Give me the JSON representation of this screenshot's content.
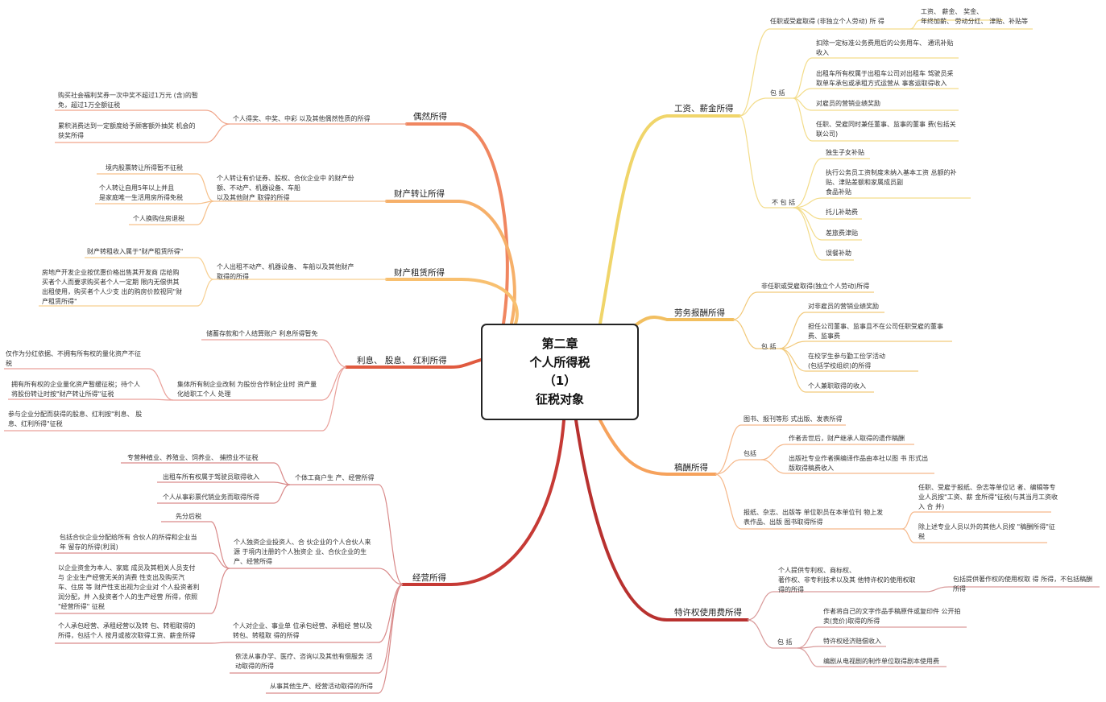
{
  "center": {
    "line1": "第二章",
    "line2": "个人所得税",
    "line3": "（1）",
    "line4": "征税对象"
  },
  "colors": {
    "yellow": "#f0d56a",
    "orange": "#f6a25c",
    "red": "#e05a3f",
    "crimson": "#b8312f",
    "leaf_line": "#d9a0a0"
  },
  "wages": {
    "label": "工资、薪金所得",
    "n1": "任职或受雇取得 (非独立个人劳动) 所 得",
    "n1_items": "工资、 薪金、 奖金、",
    "n1_items2": "年终加薪、 劳动分红、 津贴、补贴等",
    "include": "包 括",
    "inc1a": "扣除一定标准公务费用后的公务用车、 通讯补贴",
    "inc1b": "收入",
    "inc2a": "出租车所有权属于出租车公司对出租车 驾驶员采",
    "inc2b": "取单车承包或承租方式运营从 事客运取得收入",
    "inc3": "对雇员的营销业绩奖励",
    "inc4a": "任职、受雇同时兼任董事、监事的董事 费(包括关",
    "inc4b": "联公司)",
    "exclude": "不 包 括",
    "exc1": "独生子女补贴",
    "exc2a": "执行公务员工资制度未纳入基本工资 总额的补",
    "exc2b": "贴、津贴差额和家属成员副",
    "exc2c": "食品补贴",
    "exc3": "托儿补助费",
    "exc4": "差旅费津贴",
    "exc5": "误餐补助"
  },
  "labor": {
    "label": "劳务报酬所得",
    "n1": "非任职或受雇取得(独立个人劳动)所得",
    "include": "包 括",
    "i1": "对非雇员的营销业绩奖励",
    "i2a": "担任公司董事、监事且不在公司任职受雇的董事",
    "i2b": "费、监事费",
    "i3a": "在校学生参与勤工俭学活动",
    "i3b": "(包括学校组织)的所得",
    "i4": "个人兼职取得的收入"
  },
  "royalty": {
    "label": "稿酬所得",
    "n1": "图书、报刊等形 式出版、发表所得",
    "include": "包括",
    "i1": "作者去世后，财产继承人取得的遗作稿酬",
    "i2a": "出版社专业作者撰编译作品由本社以图 书 形式出",
    "i2b": "版取得稿费收入",
    "n3a": "报纸、杂志、出版等 单位职员在本单位刊 物上发",
    "n3b": "表作品、出版  图书取得所得",
    "n3_1a": "任职、受雇于报纸、杂志等单位记 者、编辑等专",
    "n3_1b": "业人员按\"工资、薪 金所得\"征税(与其当月工资收",
    "n3_1c": "入 合 并)",
    "n3_2a": "除上述专业人员以外的其他人员按 \"稿酬所得\"征",
    "n3_2b": "税"
  },
  "franchise": {
    "label": "特许权使用费所得",
    "n1a": "个人提供专利权、商标权、",
    "n1b": "著作权、非专利技术以及其  他特许权的使用权取",
    "n1c": "得的所得",
    "n1_1a": "包括提供著作权的使用权取 得 所得，不包括稿酬",
    "n1_1b": "所得",
    "include": "包 括",
    "i1a": "作者将自己的文字作品手稿原件或复印件 公开拍",
    "i1b": "卖(竞价)取得的所得",
    "i2": "特许权经济赔偿收入",
    "i3": "编剧从电视剧的制作单位取得剧本使用费"
  },
  "incidental": {
    "label": "偶然所得",
    "n1": "个人得奖、中奖、中彩  以及其他偶然性质的所得",
    "c1a": "购买社会福利奖券一次中奖不超过1万元 (含)的暂",
    "c1b": "免，超过1万全额征税",
    "c2a": "累积消费达到一定额度给予顾客额外抽奖 机会的",
    "c2b": "获奖所得"
  },
  "transfer": {
    "label": "财产转让所得",
    "n1a": "个人转让有价证券、股权、合伙企业中 的财产份",
    "n1b": "额、不动产、机器设备、车船",
    "n1c": "以及其他财产 取得的所得",
    "c1": "境内股票转让所得暂不征税",
    "c2a": "个人转让自用5年以上并且",
    "c2b": "是家庭唯一生活用房所得免税",
    "c3": "个人换购住房退税"
  },
  "lease": {
    "label": "财产租赁所得",
    "n1a": "个人出租不动产、机器设备、 车船以及其他财产",
    "n1b": "取得的所得",
    "c1": "财产转租收入属于\"财产租赁所得\"",
    "c2a": "房地产开发企业按优惠价格出售其开发商 店给购",
    "c2b": "买者个人而要求购买者个人一定期 限内无偿供其",
    "c2c": "出租使用，购买者个人少支 出的购房价款视同\"财",
    "c2d": "产租赁所得\""
  },
  "interest": {
    "label": "利息、 股息、 红利所得",
    "n1": "储蓄存款和个人结算账户 利息所得暂免",
    "n2a": "集体所有制企业改制 为股份合作制企业时 资产量",
    "n2b": "化给职工个人 处理",
    "c1a": "仅作为分红依据、不拥有所有权的量化资产不征",
    "c1b": "税",
    "c2a": "拥有所有权的企业量化资产暂缓征税；待个人",
    "c2b": "将股份转让时按\"财产转让所得\"征税",
    "n3a": "参与企业分配而获得的股息、红利按\"利息、 股",
    "n3b": "息、红利所得\"征税"
  },
  "business": {
    "label": "经营所得",
    "n1": "个体工商户生 产、经营所得",
    "n1_1": "专营种植业、养殖业、饲养业、 捕捞业不征税",
    "n1_2": "出租车所有权属于驾驶员取得收入",
    "n1_3": "个人从事彩票代销业务而取得所得",
    "n2a": "个人独资企业投资人、合 伙企业的个人合伙人来",
    "n2b": "源 于境内注册的个人独资企 业、合伙企业的生",
    "n2c": "产、经营所得",
    "n2_1": "先分后税",
    "n2_2a": "包括合伙企业分配给所有 合伙人的所得和企业当",
    "n2_2b": "年  留存的所得(利润)",
    "n2_3a": "以企业资金为本人、家庭  成员及其相关人员支付",
    "n2_3b": "与  企业生产经营无关的消费  性支出及购买汽",
    "n2_3c": "车、住房 等 财产性支出视为企业对  个人投资者利",
    "n2_3d": "润分配，并  入投资者个人的生产经营 所得，依照",
    "n2_3e": "\"经营所得\" 征税",
    "n3a": "个人对企业、事业单 位承包经营、承租经 营以及",
    "n3b": "转包、转租取 得的所得",
    "n3_1a": "个人承包经营、承租经营以及转 包、转租取得的",
    "n3_1b": "所得，包括个人 按月或按次取得工资、薪金所得",
    "n4a": "依法从事办学、医疗、咨询以及其他有偿服务 活",
    "n4b": "动取得的所得",
    "n5": "从事其他生产、经营活动取得的所得"
  }
}
